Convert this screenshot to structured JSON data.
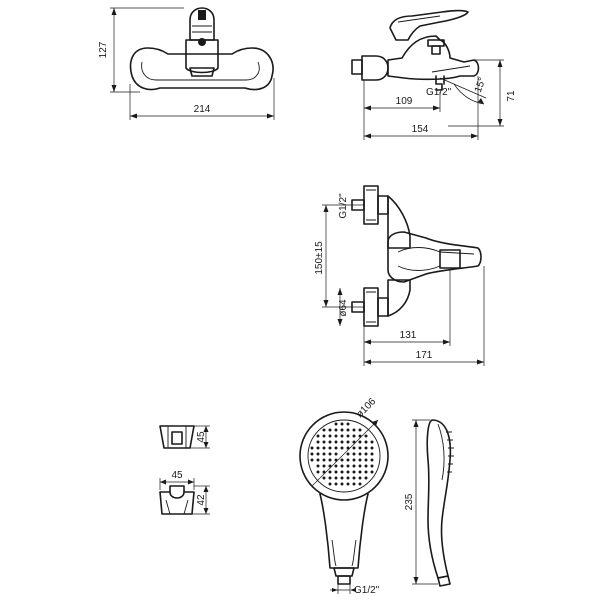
{
  "front_view": {
    "height": "127",
    "width": "214"
  },
  "side_view": {
    "spout_length": "109",
    "thread": "G1/2\"",
    "angle": "15°",
    "height": "71",
    "total_length": "154"
  },
  "wall_view": {
    "thread": "G1/2\"",
    "centers": "150±15",
    "flange": "ø64",
    "to_spout": "131",
    "total": "171"
  },
  "holder": {
    "top_height": "45",
    "width": "45",
    "bottom_height": "42"
  },
  "shower_head": {
    "diameter": "ø106",
    "thread": "G1/2\"",
    "length": "235"
  }
}
